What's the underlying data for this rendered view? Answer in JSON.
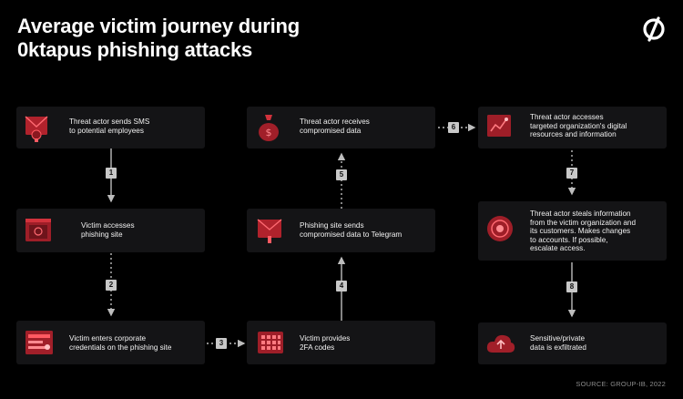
{
  "title_line1": "Average victim journey during",
  "title_line2": "0ktapus phishing attacks",
  "source": "SOURCE: GROUP-IB, 2022",
  "colors": {
    "accent": "#d2323c",
    "card": "#141416",
    "step_badge": "#c8c8c8"
  },
  "steps": [
    {
      "id": "a",
      "text": "Threat actor sends SMS\nto potential employees",
      "icon": "sms-envelope-icon"
    },
    {
      "id": "b",
      "text": "Victim accesses\nphishing site",
      "icon": "browser-window-icon"
    },
    {
      "id": "c",
      "text": "Victim enters corporate\ncredentials on the phishing site",
      "icon": "credentials-form-icon"
    },
    {
      "id": "d",
      "text": "Victim provides\n2FA codes",
      "icon": "keypad-icon"
    },
    {
      "id": "e",
      "text": "Phishing site sends\ncompromised data to Telegram",
      "icon": "envelope-send-icon"
    },
    {
      "id": "f",
      "text": "Threat actor receives\ncompromised data",
      "icon": "money-bag-icon"
    },
    {
      "id": "g",
      "text": "Threat actor accesses\ntargeted organization's digital\nresources and information",
      "icon": "chart-screen-icon"
    },
    {
      "id": "h",
      "text": "Threat actor steals information\nfrom the victim organization and\nits customers. Makes changes\nto accounts. If possible,\nescalate access.",
      "icon": "target-coin-icon"
    },
    {
      "id": "i",
      "text": "Sensitive/private\ndata is exfiltrated",
      "icon": "cloud-upload-icon"
    }
  ],
  "connectors": [
    "1",
    "2",
    "3",
    "4",
    "5",
    "6",
    "7",
    "8"
  ]
}
